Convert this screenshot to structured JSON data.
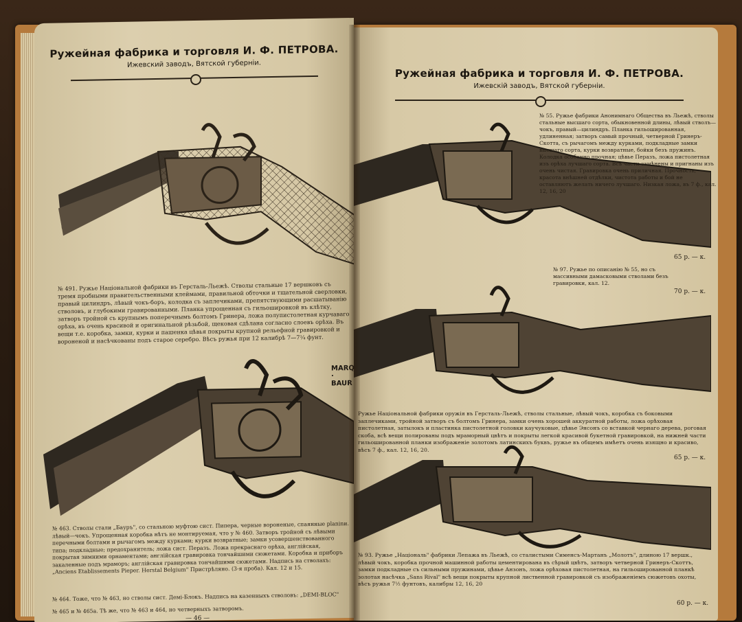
{
  "left_page": {
    "header_title": "Ружейная фабрика и торговля И. Ф. ПЕТРОВА.",
    "header_sub": "Ижевский заводъ, Вятской губерніи.",
    "item_491": {
      "text": "№ 491. Ружье Національной фабрики въ Герсталь-Льежѣ. Стволы стальные 17 вершковъ съ тремя пробными правительственными клеймами, правильной обточки и тщательной сверловки, правый цилиндръ, лѣвый чокъ-боръ, колодка съ заплечиками, препятствующими расшатыванію стволовъ, и глубокими гравированными. Планка упрощенная съ гильошировкой въ клѣтку, затворъ тройной съ крупнымъ поперечнымъ болтомъ Гринера, ложа полупистолетная курчаваго орѣха, въ очень красивой и оригинальной рѣзьбой, щековая сдѣлана согласно слоевъ орѣха. Въ вещи т.е. коробка, замки, курки и пашенка цѣвья покрыты крупной рельефной гравировкой и вороненой и насѣчкованы подъ старое серебро. Вѣсъ ружья при 12 калибрѣ 7—7¼ фунт."
    },
    "item_463": {
      "text": "№ 463. Стволы стали „Бауръ\", со стальною муфтою сист. Пипера, черные вороненые, спаянные planinи. лѣвый—чокъ. Упрощенная коробка нѣтъ не монтируемая, что у № 460. Затворъ тройной съ лѣвыми перечными болтами и рычагомъ между курками; курки возвратные; замки усовершенствованного типа; подкладные; предохранитель; ложа сист. Перазъ. Ложа прекраснаго орѣха, англійская, покрытая зимними орнаментами; англійская гравировка тончайшими сюжетами. Коробка и приборъ закаленные подъ мраморъ; англійская гравировка тончайшими сюжетами. Надпись на стволахъ: „Anciens Etablissements Pieper. Herstal Belgium\" Пристрѣляно. (3-я проба). Кал. 12 и 15."
    },
    "item_464": "№ 464. Тоже, что № 463, но стволы сист. Демі-Блокъ. Надпись на казенныхъ стволовъ: „DEMI-BLOC\"",
    "item_465": "№ 465 и № 465а. Тѣ же, что № 463 и 464, но четверныхъ затворомъ.",
    "stamp": "MARQUE · BAUR",
    "page_number": "— 46 —"
  },
  "right_page": {
    "header_title": "Ружейная фабрика и торговля И. Ф. ПЕТРОВА.",
    "header_sub": "Ижевскій заводъ, Вятской губерніи.",
    "item_55": {
      "text": "№ 55. Ружье фабрики Анонимнаго Общества въ Льежѣ, стволы стальные высшаго сорта, обыкновенной длины, лѣвый стволъ—чокъ, правый—цилиндръ. Планка гильошированная, удлиненная; затворъ самый прочный, четверной Гринеръ-Скотта, съ рычагомъ между курками, подкладные замки высшаго сорта, курки возвратные, бойки безъ пружинъ. Колодка особенно прочная; цѣвье Перазъ, ложа пистолетная изъ орѣха лучшаго сорта. Всѣ части замѣнены и пригнаны изъ очень чистая. Гравировка очень приличная. Прочность, красота внѣшней отдѣлки, чистота работы и бой не оставляютъ желать ничего лучшаго. Низкая ложа, въ 7 ф., кал. 12, 16, 20",
      "price": "65 р. — к."
    },
    "item_97": {
      "text": "№ 97. Ружье по описанію № 55, но съ массивными дамасковыми стволами безъ гравировки, кал. 12.",
      "price": "70 р. — к."
    },
    "item_nat": {
      "text": "Ружье Національной фабрики оружія въ Герсталь-Льежѣ, стволы стальные, лѣвый чокъ, коробка съ боковыми заплечиками, тройной затворъ съ болтомъ Гринера, замки очень хорошей аккуратной работы, ложа орѣховая пистолетная, затылокъ и пластинка пистолетной головки каучуковые, цѣвье Энсонъ со вставкой чернаго дерева, роговая скоба, всѣ вещи полированы подъ мраморный цвѣтъ и покрыты легкой красивой букетной гравировкой, на нижней части гильошированной планки изображеніе золотомъ латинскихъ буквъ, ружье въ общемъ имѣетъ очень изящно и красиво, вѣсъ 7 ф., кал. 12, 16, 20.",
      "price": "65 р. — к."
    },
    "item_93": {
      "text": "№ 93. Ружье „Національ\" фабрики Лепажа въ Льежѣ, со сталистыми Сименсъ-Мартанъ „Молотъ\", длиною 17 вершк., лѣвый чокъ, коробка прочной машинной работы цементирована въ сѣрый цвѣтъ, затворъ четверной Гринеръ-Скоттъ, замки подкладные съ сильными пружинами, цѣвье Анзонъ, ложа орѣховая пистолетная, на гильошированной планкѣ золотая насѣчка „Sans Rival\" всѣ вещи покрыты крупной лиственной гравировкой съ изображеніемъ сюжетовъ охоты, вѣсъ ружья 7½ фунтовъ, калибры 12, 16, 20",
      "price": "60 р. — к."
    }
  }
}
